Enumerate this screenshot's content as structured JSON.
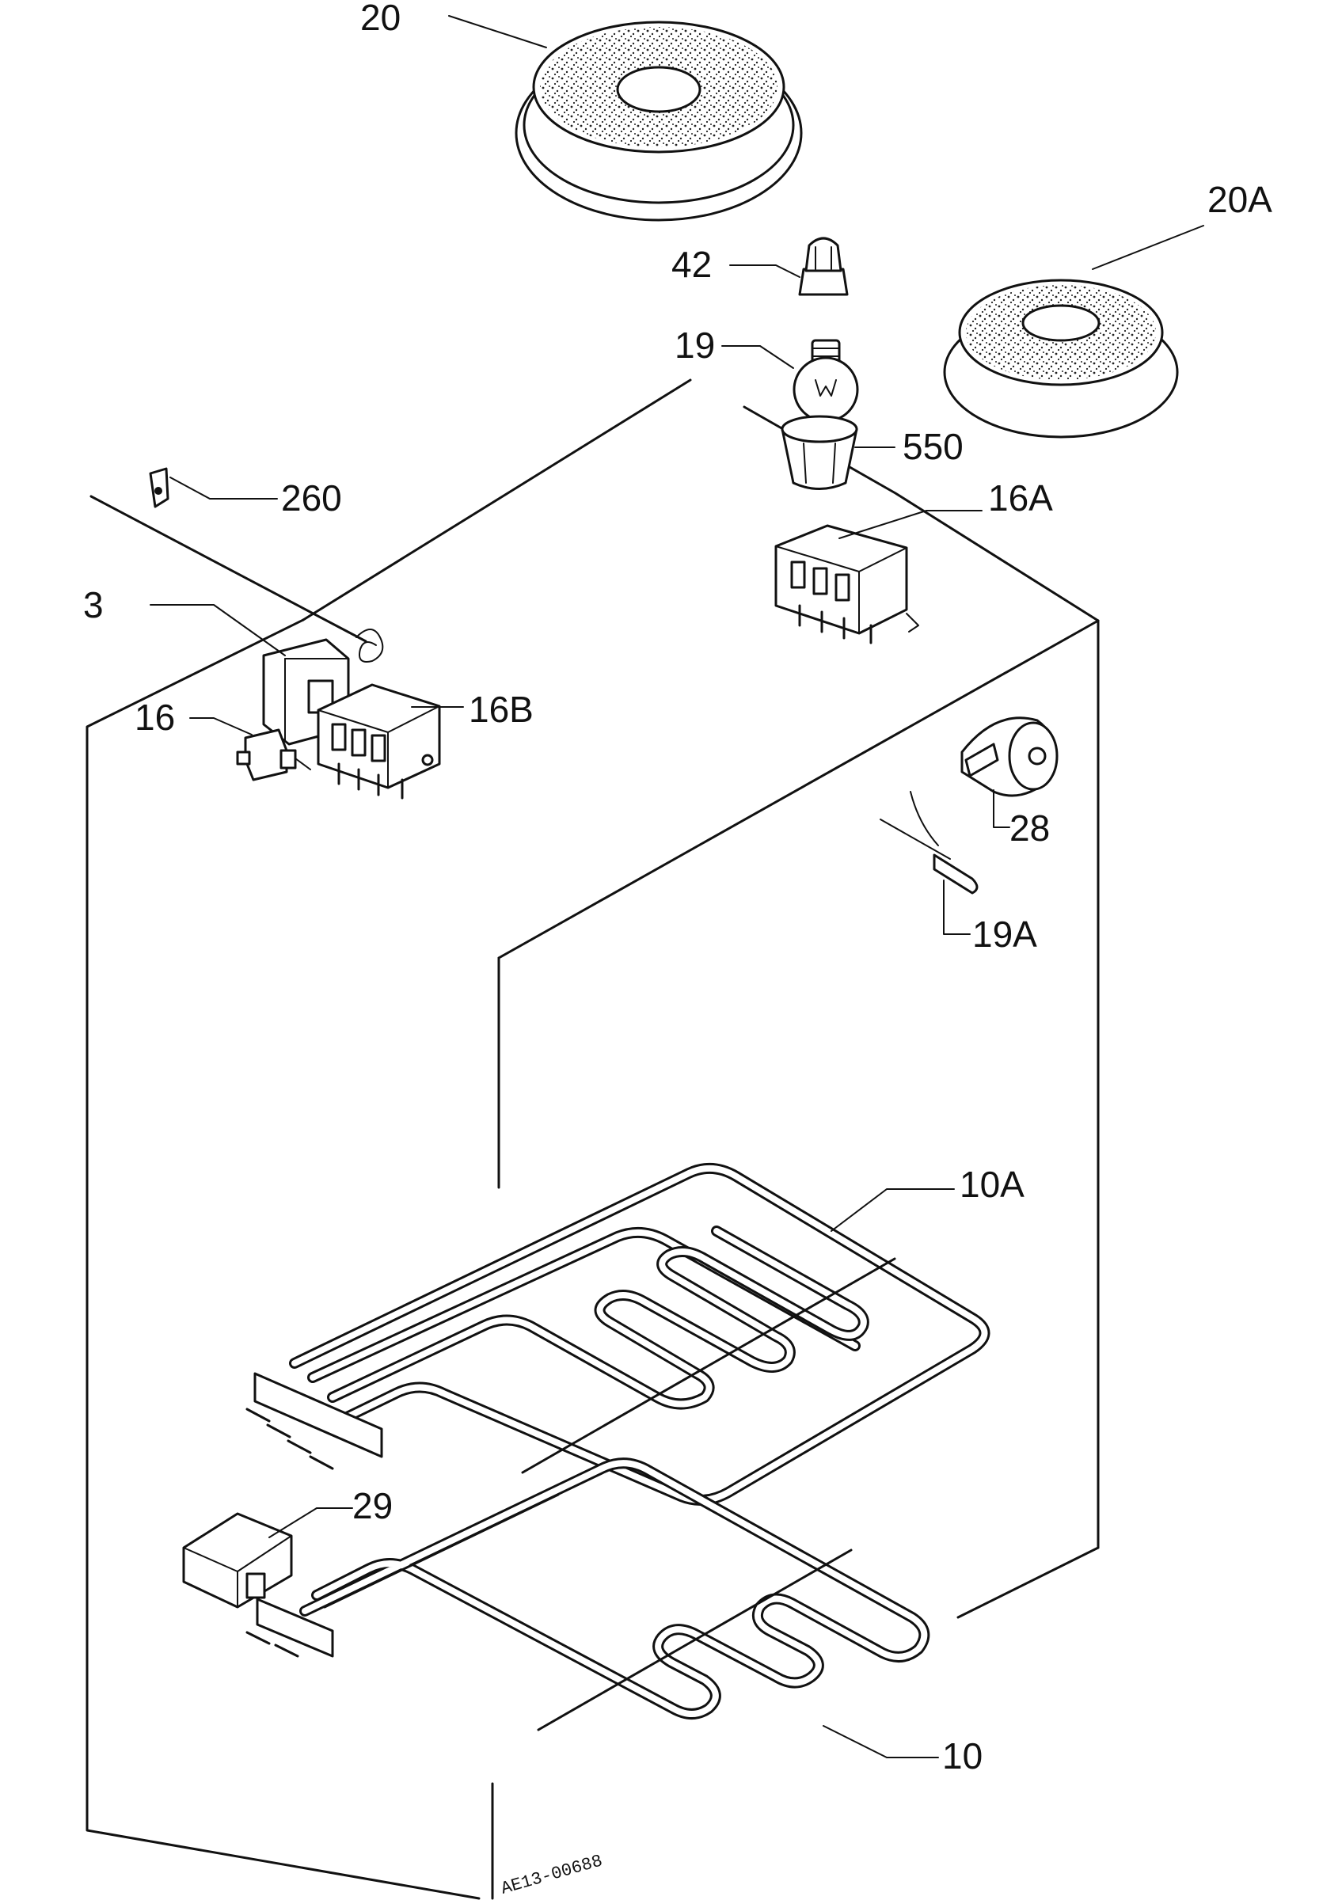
{
  "labels": {
    "p20": "20",
    "p20a": "20A",
    "p42": "42",
    "p19": "19",
    "p550": "550",
    "p260": "260",
    "p16a": "16A",
    "p3": "3",
    "p16": "16",
    "p16b": "16B",
    "p28": "28",
    "p19a": "19A",
    "p10a": "10A",
    "p29": "29",
    "p10": "10"
  },
  "drawing_ref": "AE13-00688"
}
